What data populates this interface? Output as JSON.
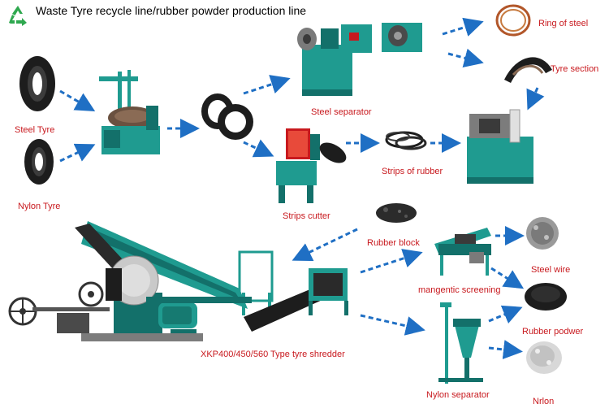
{
  "title": "Waste Tyre recycle line/rubber powder production line",
  "colors": {
    "label_red": "#c8191e",
    "arrow_blue": "#1f6fc4",
    "machine_teal": "#1f9b90",
    "machine_dark": "#13706a",
    "rubber_black": "#1d1d1d",
    "recycle_green": "#2fa84f"
  },
  "icons": [
    "recycle-icon"
  ],
  "labels": {
    "steel_tyre": "Steel Tyre",
    "nylon_tyre": "Nylon Tyre",
    "steel_separator": "Steel separator",
    "ring_of_steel": "Ring of steel",
    "tyre_section": "Tyre section",
    "strips_of_rubber": "Strips of rubber",
    "strips_cutter": "Strips cutter",
    "rubber_block": "Rubber block",
    "steel_wire": "Steel wire",
    "magnetic_screening": "mangentic screening",
    "rubber_powder": "Rubber podwer",
    "shredder": "XKP400/450/560 Type tyre shredder",
    "nylon_separator": "Nylon separator",
    "nylon": "Nrlon"
  }
}
